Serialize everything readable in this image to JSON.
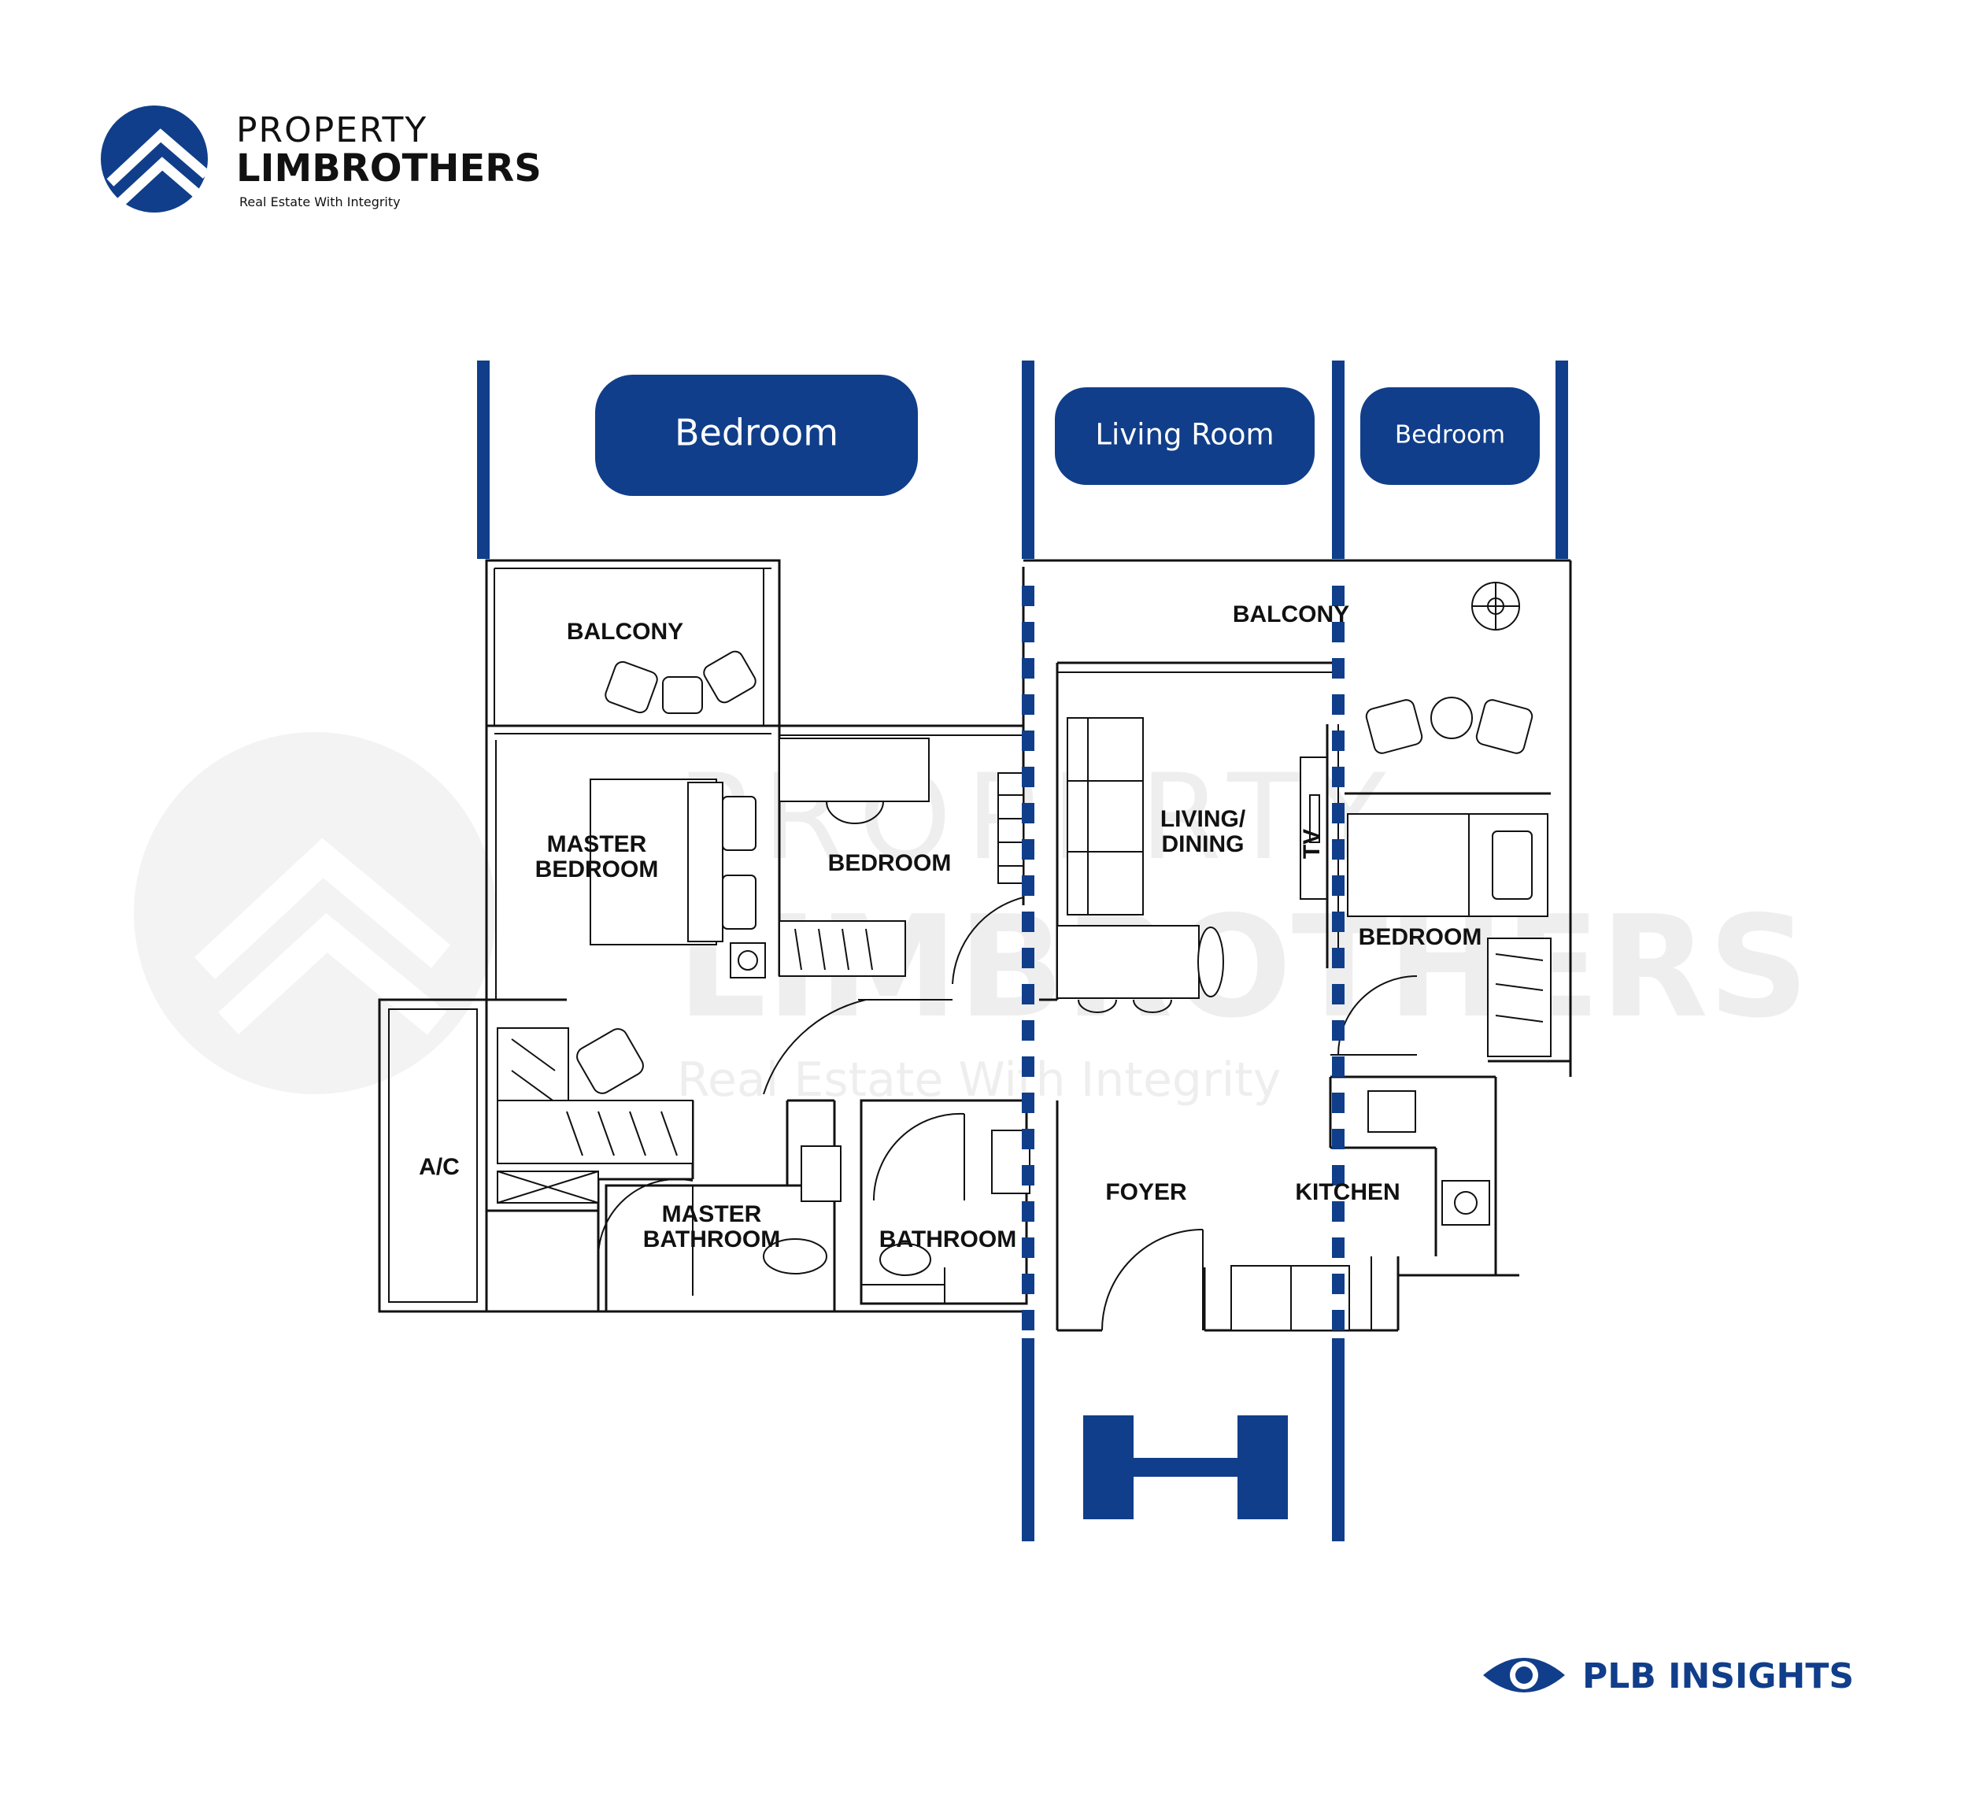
{
  "brand": {
    "line1": "PROPERTY",
    "line2": "LIMBROTHERS",
    "tagline": "Real Estate With Integrity",
    "color": "#103e8a"
  },
  "labels": {
    "bedroom_left": "Bedroom",
    "living_room": "Living Room",
    "bedroom_right": "Bedroom"
  },
  "watermark": {
    "line1": "PROPERTY",
    "line2": "LIMBROTHERS",
    "line3": "Real Estate With Integrity"
  },
  "rooms": {
    "balcony_left": "BALCONY",
    "master_bedroom_1": "MASTER",
    "master_bedroom_2": "BEDROOM",
    "bedroom_mid": "BEDROOM",
    "living_1": "LIVING/",
    "living_2": "DINING",
    "tv": "TV",
    "balcony_right": "BALCONY",
    "bedroom_right": "BEDROOM",
    "ac": "A/C",
    "master_bath_1": "MASTER",
    "master_bath_2": "BATHROOM",
    "bathroom": "BATHROOM",
    "foyer": "FOYER",
    "kitchen": "KITCHEN"
  },
  "footer": {
    "insights": "PLB INSIGHTS"
  }
}
